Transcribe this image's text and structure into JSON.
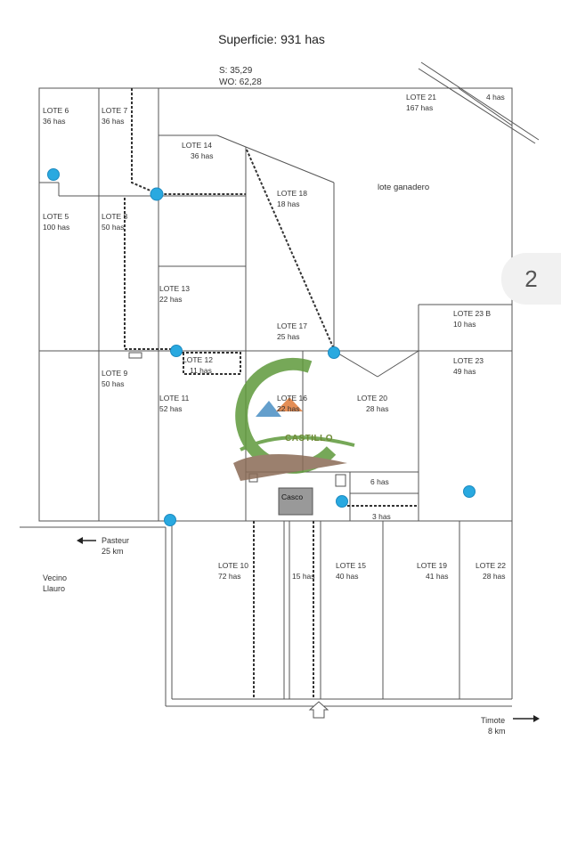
{
  "header": {
    "title": "Superficie: 931 has",
    "coord_s": "S:    35,29",
    "coord_wo": "WO: 62,28"
  },
  "lots": {
    "lote6": "LOTE 6",
    "lote6_area": "36 has",
    "lote7": "LOTE 7",
    "lote7_area": "36 has",
    "lote21": "LOTE 21",
    "lote21_area": "167 has",
    "corner": "4 has",
    "lote14": "LOTE 14",
    "lote14_area": "36 has",
    "lote18": "LOTE 18",
    "lote18_area": "18 has",
    "ganadero": "lote ganadero",
    "lote5": "LOTE 5",
    "lote5_area": "100 has",
    "lote8": "LOTE 8",
    "lote8_area": "50 has",
    "lote13": "LOTE 13",
    "lote13_area": "22 has",
    "lote17": "LOTE 17",
    "lote17_area": "25 has",
    "lote23b": "LOTE 23 B",
    "lote23b_area": "10 has",
    "lote23": "LOTE 23",
    "lote23_area": "49 has",
    "lote12": "LOTE 12",
    "lote12_area": "11 has",
    "lote9": "LOTE 9",
    "lote9_area": "50 has",
    "lote11": "LOTE 11",
    "lote11_area": "52 has",
    "lote16": "LOTE 16",
    "lote16_area": "22 has",
    "lote20": "LOTE 20",
    "lote20_area": "28 has",
    "six_has": "6 has",
    "three_has": "3 has",
    "casco": "Casco",
    "lote10": "LOTE 10",
    "lote10_area": "72 has",
    "fifteen_has": "15 has",
    "lote15": "LOTE 15",
    "lote15_area": "40 has",
    "lote19": "LOTE 19",
    "lote19_area": "41 has",
    "lote22": "LOTE 22",
    "lote22_area": "28 has"
  },
  "directions": {
    "pasteur": "Pasteur",
    "pasteur_km": "25 km",
    "vecino": "Vecino",
    "llauro": "Llauro",
    "timote": "Timote",
    "timote_km": "8 km"
  },
  "logo": {
    "text": "CASTILLO"
  },
  "page_badge": "2",
  "colors": {
    "line": "#444444",
    "marker": "#29a9e0",
    "marker_stroke": "#1d8ac0",
    "logo_green": "#5f9a3b",
    "logo_brown": "#8a6b55",
    "logo_blue": "#4a8fc4",
    "casco_fill": "#999999"
  }
}
